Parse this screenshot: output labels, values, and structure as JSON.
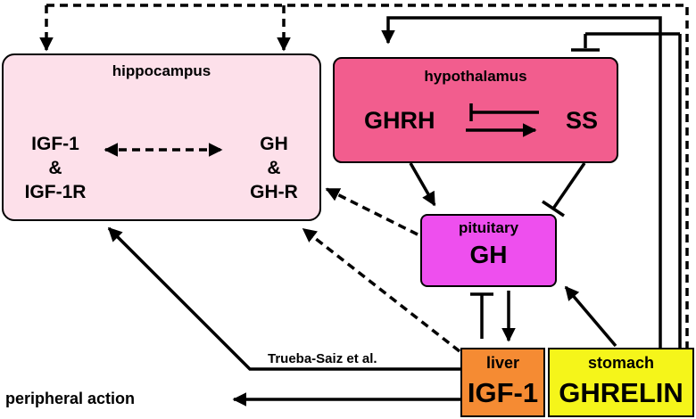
{
  "colors": {
    "hippocampus": "#fde0ea",
    "hypothalamus": "#f25d8e",
    "pituitary": "#ee4fee",
    "liver": "#f58b33",
    "stomach": "#f5f51a",
    "line": "#000000"
  },
  "hippocampus": {
    "title": "hippocampus",
    "left_lines": [
      "IGF-1",
      "&",
      "IGF-1R"
    ],
    "right_lines": [
      "GH",
      "&",
      "GH-R"
    ]
  },
  "hypothalamus": {
    "title": "hypothalamus",
    "left": "GHRH",
    "right": "SS"
  },
  "pituitary": {
    "title": "pituitary",
    "hormone": "GH"
  },
  "liver": {
    "title": "liver",
    "hormone": "IGF-1"
  },
  "stomach": {
    "title": "stomach",
    "hormone": "GHRELIN"
  },
  "citation": "Trueba-Saiz et al.",
  "peripheral": "peripheral action"
}
